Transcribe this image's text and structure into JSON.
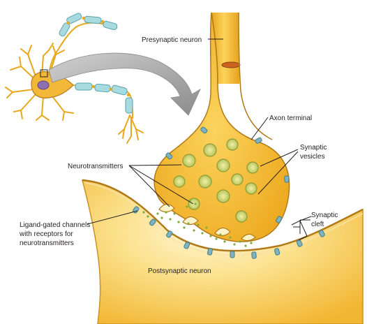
{
  "labels": {
    "presynaptic": "Presynaptic neuron",
    "axon_terminal": "Axon terminal",
    "synaptic_vesicles_1": "Synaptic",
    "synaptic_vesicles_2": "vesicles",
    "neurotransmitters": "Neurotransmitters",
    "ligand_1": "Ligand-gated channels",
    "ligand_2": "with receptors for",
    "ligand_3": "neurotransmitters",
    "cleft_1": "Synaptic",
    "cleft_2": "cleft",
    "postsynaptic": "Postsynaptic neuron"
  },
  "colors": {
    "neuron_fill": "#f2b632",
    "neuron_light": "#f9d56b",
    "neuron_dark": "#d99a16",
    "outline": "#a0701a",
    "myelin": "#8fd0d6",
    "myelin_dark": "#4fa3ad",
    "channel": "#6fa7b7",
    "vesicle": "#c7cf6e",
    "vesicle_dark": "#7e8f2e",
    "transmitter": "#8fbf4a",
    "arrow": "#9c9c9c",
    "label_line": "#231f20"
  }
}
